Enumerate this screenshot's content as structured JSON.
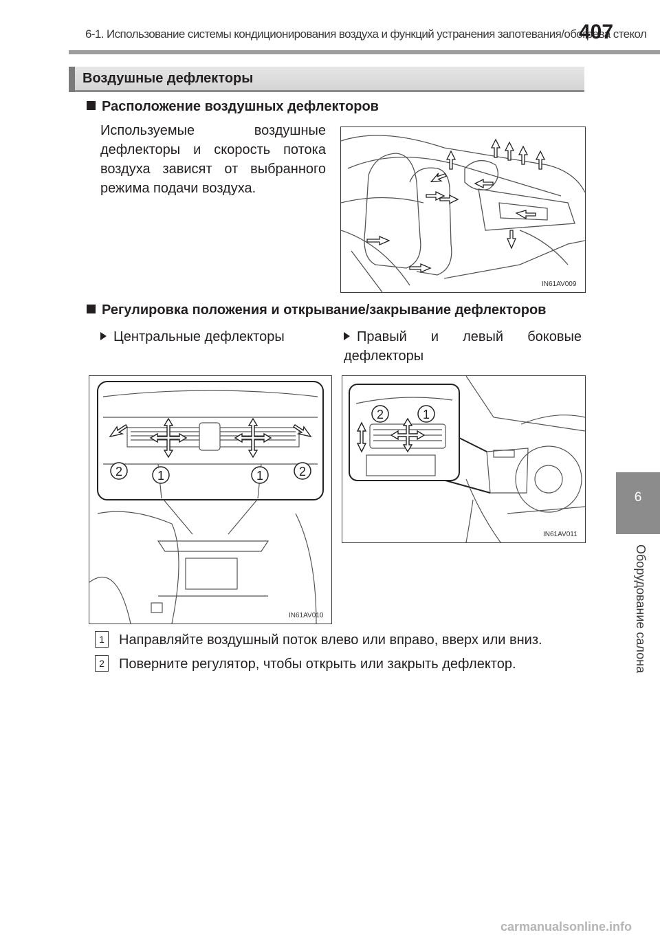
{
  "header": {
    "chapter": "6-1. Использование системы кондиционирования воздуха и функций устранения запотевания/обогрева стекол",
    "page_number": "407"
  },
  "section": {
    "title": "Воздушные дефлекторы"
  },
  "location": {
    "heading": "Расположение воздушных дефлекторов",
    "text": "Используемые воздушные дефлекторы и скорость потока воздуха зависят от выбранного режима подачи воздуха.",
    "figure_code": "IN61AV009"
  },
  "adjust": {
    "heading": "Регулировка положения и открывание/закрывание дефлекторов",
    "center_label": "Центральные дефлекторы",
    "side_label": "Правый и левый боковые дефлекторы",
    "center_figure_code": "IN61AV010",
    "side_figure_code": "IN61AV011",
    "callouts_center": [
      "2",
      "1",
      "1",
      "2"
    ],
    "callouts_side": [
      "2",
      "1"
    ]
  },
  "legend": [
    {
      "num": "1",
      "text": "Направляйте воздушный поток влево или вправо, вверх или вниз."
    },
    {
      "num": "2",
      "text": "Поверните регулятор, чтобы открыть или закрыть дефлектор."
    }
  ],
  "side_tab": {
    "number": "6",
    "label": "Оборудование салона"
  },
  "watermark": "carmanualsonline.info"
}
